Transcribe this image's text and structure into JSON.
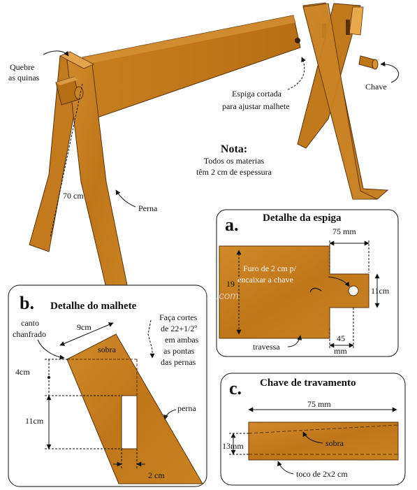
{
  "main": {
    "label_quebre_line1": "Quebre",
    "label_quebre_line2": "as quinas",
    "label_chave": "Chave",
    "label_espiga_line1": "Espiga cortada",
    "label_espiga_line2": "para ajustar malhete",
    "note_title": "Nota:",
    "note_line1": "Todos os materias",
    "note_line2": "têm 2 cm de espessura",
    "label_70cm": "70 cm",
    "label_perna": "Perna"
  },
  "panel_a": {
    "letter": "a.",
    "title": "Detalhe da espiga",
    "dim_75mm": "75 mm",
    "dim_19": "19",
    "dim_11cm": "11cm",
    "furo_line1": "Furo de 2 cm p/",
    "furo_line2": "encaixar a chave",
    "dim_45_line1": "45",
    "dim_45_line2": "mm",
    "label_travessa": "travessa"
  },
  "panel_b": {
    "letter": "b.",
    "title": "Detalhe do malhete",
    "canto_line1": "canto",
    "canto_line2": "chanfrado",
    "dim_9cm": "9cm",
    "label_sobra": "sobra",
    "faca_line1": "Faça cortes",
    "faca_line2": "de 22+1/2º",
    "faca_line3": "em ambas",
    "faca_line4": "as pontas",
    "faca_line5": "das pernas",
    "dim_4cm": "4cm",
    "dim_11cm": "11cm",
    "label_perna": "perna",
    "dim_2cm": "2 cm"
  },
  "panel_c": {
    "letter": "c.",
    "title": "Chave de travamento",
    "dim_75mm": "75 mm",
    "dim_13mm": "13mm",
    "label_sobra": "sobra",
    "label_toco": "toco de 2x2 cm"
  },
  "watermark": "gizadomarceneiro.com",
  "colors": {
    "wood": "#C27A1C",
    "wood_dark": "#8A4E10",
    "wood_light": "#D99433",
    "line": "#111111"
  }
}
